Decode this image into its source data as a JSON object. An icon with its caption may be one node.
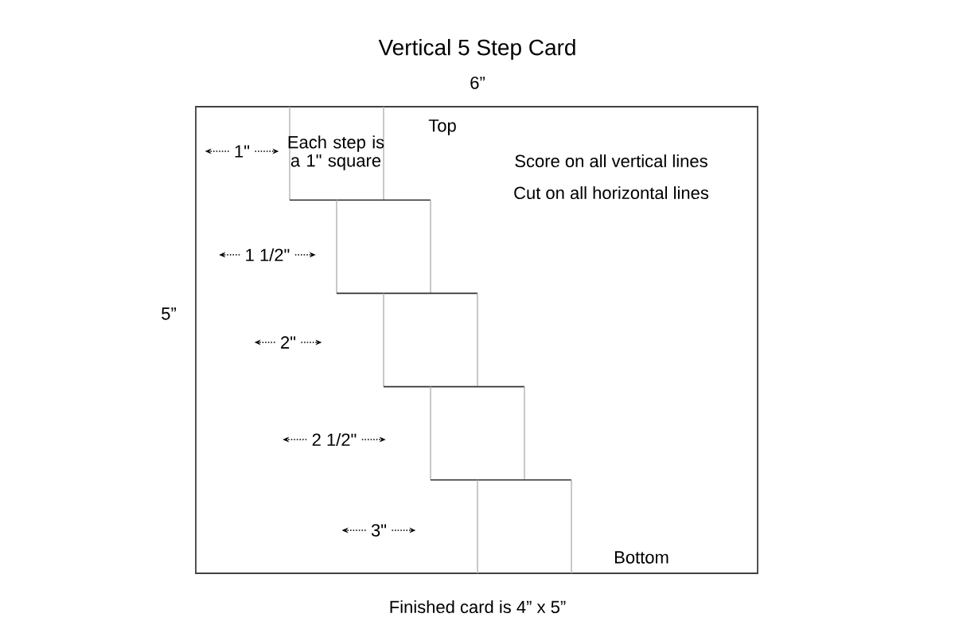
{
  "diagram": {
    "title": "Vertical 5 Step Card",
    "caption": "Finished card is 4” x 5”",
    "labels": [
      "6”",
      "Top",
      "1\"",
      "Each step is a 1\" square",
      "Score on all vertical lines",
      "Cut on all horizontal lines",
      "1 1/2\"",
      "5”",
      "2\"",
      "2 1/2\"",
      "3\"",
      "Bottom"
    ]
  }
}
